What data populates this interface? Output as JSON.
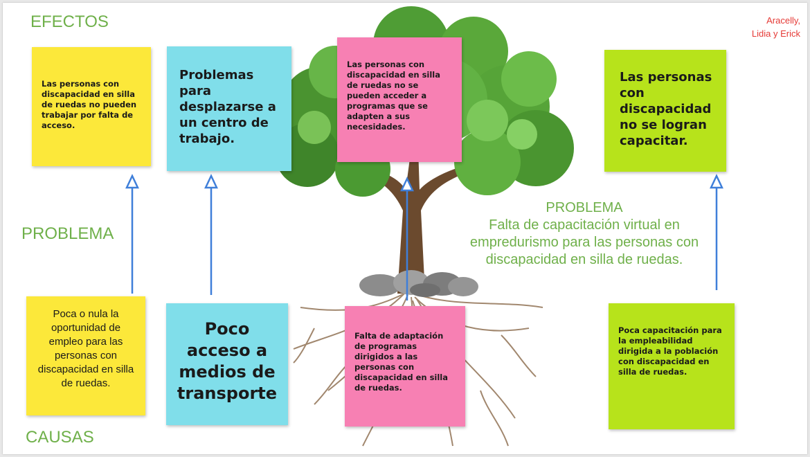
{
  "headings": {
    "efectos": "EFECTOS",
    "problema_left": "PROBLEMA",
    "causas": "CAUSAS"
  },
  "authors": {
    "line1": "Aracelly,",
    "line2": "Lidia y Erick"
  },
  "problem": {
    "heading": "PROBLEMA",
    "text": "Falta de capacitación  virtual en empredurismo para las personas con discapacidad en silla de ruedas."
  },
  "effects": [
    {
      "text": "Las personas con discapacidad en silla de ruedas no pueden trabajar por falta de acceso.",
      "color": "#fce83a"
    },
    {
      "text": "Problemas para desplazarse a un centro de trabajo.",
      "color": "#80deea"
    },
    {
      "text": "Las personas con discapacidad en silla de ruedas no se pueden acceder a programas que se adapten a sus necesidades.",
      "color": "#f780b3"
    },
    {
      "text": "Las personas con discapacidad no se logran capacitar.",
      "color": "#b7e31b"
    }
  ],
  "causes": [
    {
      "text": "Poca o nula la oportunidad de empleo para las personas con discapacidad en silla de ruedas.",
      "color": "#fce83a"
    },
    {
      "text": "Poco acceso a medios de transporte",
      "color": "#80deea"
    },
    {
      "text": "Falta de adaptación de programas dirigidos a las personas con discapacidad en silla de ruedas.",
      "color": "#f780b3"
    },
    {
      "text": "Poca capacitación para la empleabilidad dirigida a la población con discapacidad en silla de ruedas.",
      "color": "#b7e31b"
    }
  ],
  "colors": {
    "heading_green": "#6fb04a",
    "authors_red": "#e53935",
    "arrow_blue": "#3f7fd9"
  },
  "icons": [
    "tree-illustration",
    "arrow-up-icon"
  ]
}
